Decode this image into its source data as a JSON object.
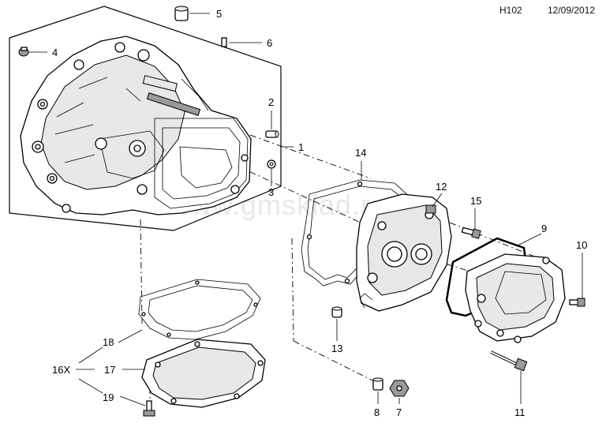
{
  "header": {
    "code": "H102",
    "date": "12/09/2012"
  },
  "watermark": "www.gmsklad.ru",
  "callouts": {
    "c1": "1",
    "c2": "2",
    "c3": "3",
    "c4": "4",
    "c5": "5",
    "c6": "6",
    "c7": "7",
    "c8": "8",
    "c9": "9",
    "c10": "10",
    "c11": "11",
    "c12": "12",
    "c13": "13",
    "c14": "14",
    "c15": "15",
    "c16x": "16X",
    "c17": "17",
    "c18": "18",
    "c19": "19"
  }
}
